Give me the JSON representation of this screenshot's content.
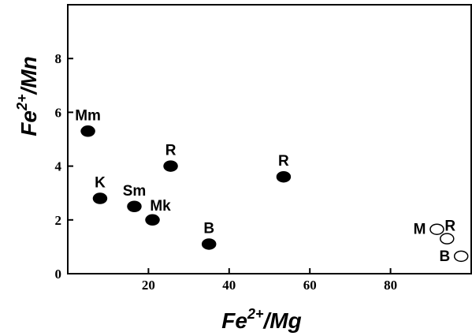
{
  "chart_data": {
    "type": "scatter",
    "title": "",
    "xlabel": {
      "base": "Fe",
      "sup": "2+",
      "rest": "/Mg"
    },
    "ylabel": {
      "base": "Fe",
      "sup": "2+",
      "rest": "/Mn"
    },
    "xlim": [
      0,
      100
    ],
    "ylim": [
      0,
      10
    ],
    "xticks": [
      20,
      40,
      60,
      80
    ],
    "yticks": [
      0,
      2,
      4,
      6,
      8
    ],
    "grid": false,
    "colors": {
      "filled": "#000000",
      "open_fill": "#ffffff",
      "stroke": "#000000"
    },
    "points": [
      {
        "label": "Mm",
        "x": 5,
        "y": 5.3,
        "marker": "filled"
      },
      {
        "label": "K",
        "x": 8,
        "y": 2.8,
        "marker": "filled"
      },
      {
        "label": "Sm",
        "x": 16.5,
        "y": 2.5,
        "marker": "filled"
      },
      {
        "label": "Mk",
        "x": 21,
        "y": 2.0,
        "marker": "filled"
      },
      {
        "label": "R",
        "x": 25.5,
        "y": 4.0,
        "marker": "filled"
      },
      {
        "label": "B",
        "x": 35,
        "y": 1.1,
        "marker": "filled"
      },
      {
        "label": "R",
        "x": 53.5,
        "y": 3.6,
        "marker": "filled"
      },
      {
        "label": "M",
        "x": 91.5,
        "y": 1.65,
        "marker": "open"
      },
      {
        "label": "R",
        "x": 94,
        "y": 1.3,
        "marker": "open"
      },
      {
        "label": "B",
        "x": 97.5,
        "y": 0.65,
        "marker": "open"
      }
    ]
  }
}
